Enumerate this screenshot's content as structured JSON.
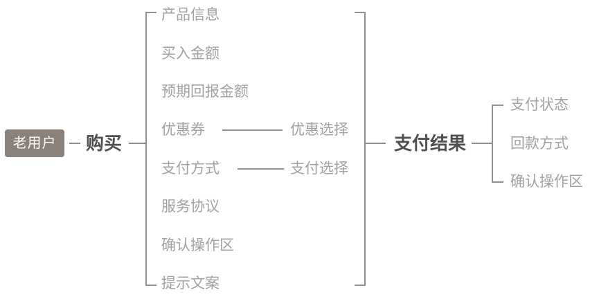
{
  "colors": {
    "background": "#ffffff",
    "root_box_bg": "#8a817b",
    "root_box_text": "#ffffff",
    "branch_text": "#4f4f4f",
    "leaf_text": "#a2a2a2",
    "line": "#8f8f8f"
  },
  "root": {
    "label": "老用户"
  },
  "purchase": {
    "label": "购买",
    "items": [
      {
        "label": "产品信息"
      },
      {
        "label": "买入金额"
      },
      {
        "label": "预期回报金额"
      },
      {
        "label": "优惠券",
        "linked": "优惠选择"
      },
      {
        "label": "支付方式",
        "linked": "支付选择"
      },
      {
        "label": "服务协议"
      },
      {
        "label": "确认操作区"
      },
      {
        "label": "提示文案"
      }
    ]
  },
  "payment_result": {
    "label": "支付结果",
    "items": [
      {
        "label": "支付状态"
      },
      {
        "label": "回款方式"
      },
      {
        "label": "确认操作区"
      }
    ]
  }
}
